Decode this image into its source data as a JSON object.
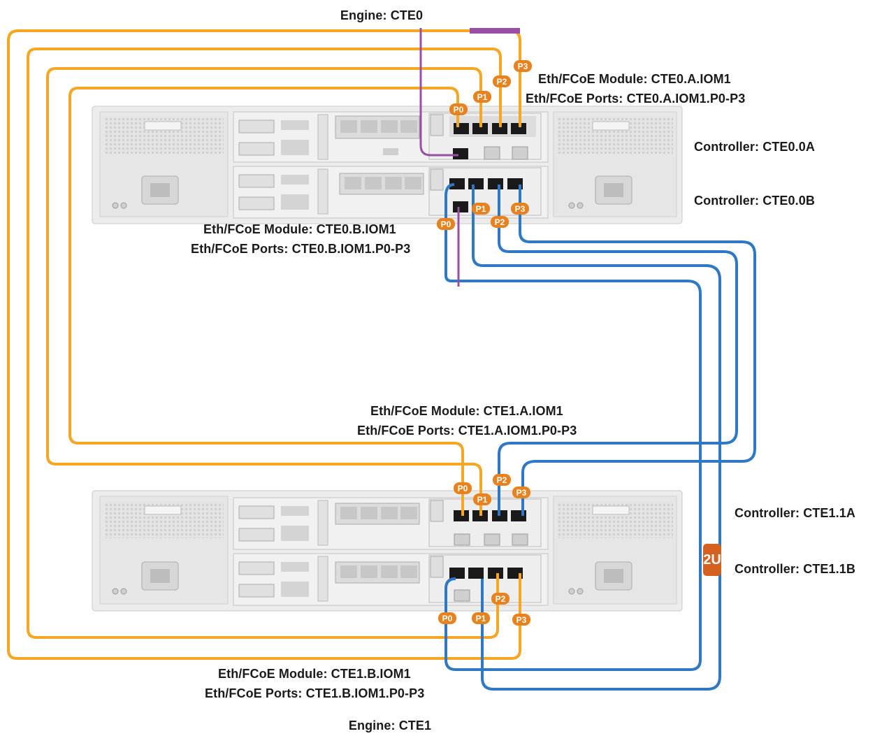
{
  "engines": {
    "top": "Engine:  CTE0",
    "bottom": "Engine:  CTE1"
  },
  "controllers": {
    "cte0_a": "Controller:  CTE0.0A",
    "cte0_b": "Controller:  CTE0.0B",
    "cte1_a": "Controller:  CTE1.1A",
    "cte1_b": "Controller:  CTE1.1B"
  },
  "modules": {
    "cte0_a": {
      "module": "Eth/FCoE Module:  CTE0.A.IOM1",
      "ports": "Eth/FCoE Ports:  CTE0.A.IOM1.P0-P3"
    },
    "cte0_b": {
      "module": "Eth/FCoE Module:  CTE0.B.IOM1",
      "ports": "Eth/FCoE Ports:  CTE0.B.IOM1.P0-P3"
    },
    "cte1_a": {
      "module": "Eth/FCoE Module:  CTE1.A.IOM1",
      "ports": "Eth/FCoE Ports:  CTE1.A.IOM1.P0-P3"
    },
    "cte1_b": {
      "module": "Eth/FCoE Module:  CTE1.B.IOM1",
      "ports": "Eth/FCoE Ports:  CTE1.B.IOM1.P0-P3"
    }
  },
  "port_tags": [
    "P0",
    "P1",
    "P2",
    "P3"
  ],
  "rack_unit_badge": "2U",
  "colors": {
    "orange_cable": "#f5a623",
    "blue_cable": "#2f78c4",
    "purple_cable": "#9b4ea6",
    "tag_fill": "#e8821e",
    "chassis": "#e9e9e9"
  }
}
